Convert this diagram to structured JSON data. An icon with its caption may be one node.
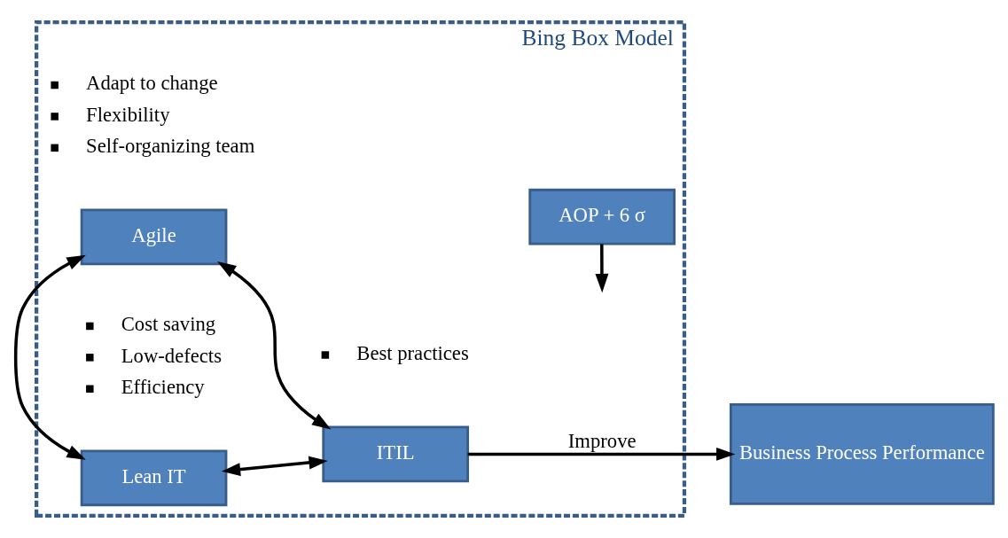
{
  "diagram": {
    "nodes": [
      {
        "text": [
          "Bing Box Model"
        ]
      },
      {
        "text": [
          "Lean IT"
        ],
        "in": 0,
        "beside": [
          "Cost saving",
          "Low-defects",
          "Efficiency"
        ]
      },
      {
        "text": [
          "Agile"
        ],
        "in": 0,
        "beside": [
          "Adapt to change",
          "Flexibility",
          "Self-organizing team"
        ]
      },
      {
        "text": [
          "ITIL"
        ],
        "in": 0,
        "beside": [
          "Best practices"
        ]
      },
      {
        "text": [
          "AOP + 6 σ"
        ],
        "in": 0
      },
      {
        "text": [
          "Business Process Performance"
        ]
      }
    ],
    "edges": [
      {
        "from": 1,
        "to": 2,
        "arrow": "both"
      },
      {
        "from": 1,
        "to": 3,
        "arrow": "both"
      },
      {
        "from": 2,
        "to": 3,
        "arrow": "both"
      },
      {
        "from": 3,
        "to": 5,
        "arrow": "to",
        "label": "Improve"
      },
      {
        "from": 4,
        "to": null,
        "arrow": "to"
      }
    ]
  }
}
